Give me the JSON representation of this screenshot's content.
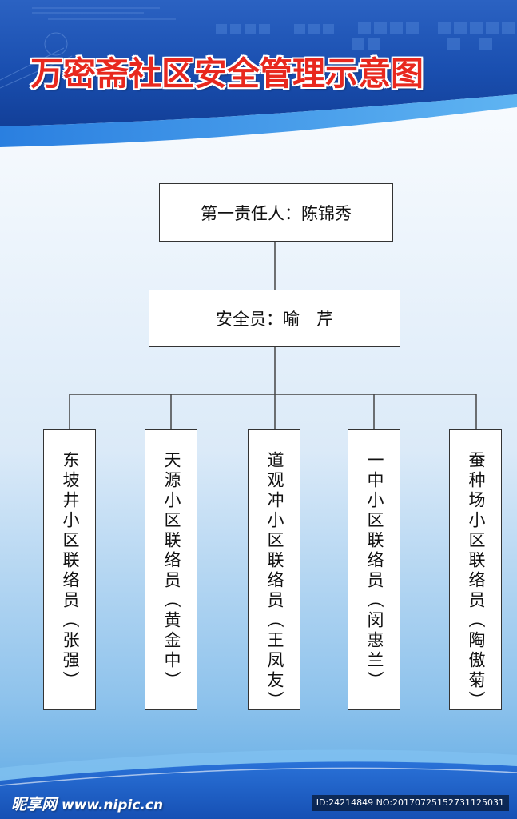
{
  "poster": {
    "title": "万密斋社区安全管理示意图"
  },
  "org": {
    "lead": "第一责任人：陈锦秀",
    "officer": "安全员：喻　芹",
    "liaisons": [
      "东坡井小区联络员（张强）",
      "天源小区联络员（黄金中）",
      "道观冲小区联络员（王凤友）",
      "一中小区联络员（闵惠兰）",
      "蚕种场小区联络员（陶傲菊）"
    ]
  },
  "watermark": {
    "logo_cn": "昵享网",
    "logo_url": "www.nipic.cn",
    "id_text": "ID:24214849 NO:20170725152731125031"
  },
  "colors": {
    "title_red": "#e8281e",
    "header_blue": "#1a4fb0",
    "accent_blue": "#3a8fe0"
  }
}
